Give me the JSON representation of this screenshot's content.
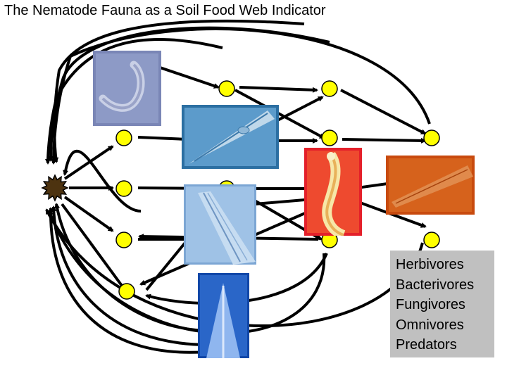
{
  "title": "The Nematode Fauna as a Soil Food Web Indicator",
  "legend": {
    "items": [
      "Herbivores",
      "Bacterivores",
      "Fungivores",
      "Omnivores",
      "Predators"
    ]
  },
  "colors": {
    "node_fill": "#ffff00",
    "source_fill": "#4d3310",
    "legend_bg": "#c0c0c0",
    "arrow": "#000000"
  },
  "photos": [
    "nematode-photo-1",
    "nematode-photo-2",
    "nematode-photo-3",
    "nematode-photo-4",
    "nematode-photo-5",
    "nematode-photo-6"
  ]
}
